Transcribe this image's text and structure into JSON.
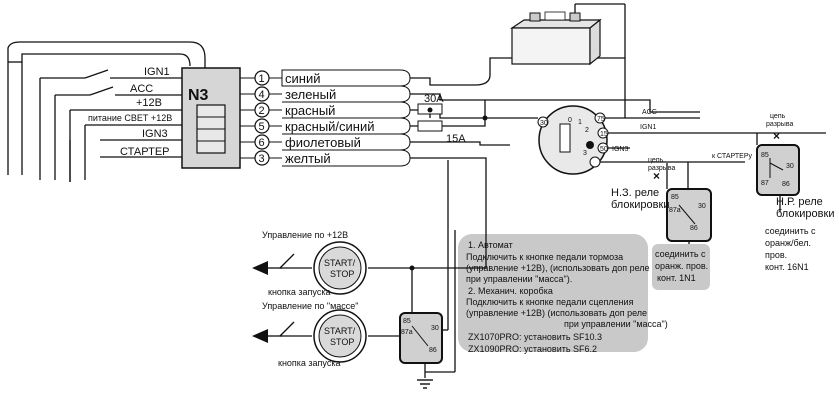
{
  "connector_name": "N3",
  "left_labels": {
    "ign1": "IGN1",
    "acc": "ACC",
    "plus12": "+12В",
    "light": "питание СВЕТ +12В",
    "ign3": "IGN3",
    "starter": "СТАРТЕР"
  },
  "pins": [
    {
      "num": "1",
      "label": "синий"
    },
    {
      "num": "4",
      "label": "зеленый"
    },
    {
      "num": "2",
      "label": "красный"
    },
    {
      "num": "5",
      "label": "красный/синий"
    },
    {
      "num": "6",
      "label": "фиолетовый"
    },
    {
      "num": "3",
      "label": "желтый"
    }
  ],
  "fuses": {
    "f1": "30A",
    "f2": "15A"
  },
  "switch": {
    "acc": "ACC",
    "ign1": "IGN1",
    "ign3": "IGN3",
    "starter": "к СТАРТЕРу",
    "t30": "30",
    "t15": "15",
    "t50": "50",
    "t75": "75",
    "t0": "0",
    "t1": "1",
    "t2": "2",
    "t3": "3"
  },
  "break_label_1": [
    "цепь",
    "разрыва"
  ],
  "break_label_2": [
    "цепь",
    "разрыва"
  ],
  "relay_nc": {
    "title": [
      "Н.З. реле",
      "блокировки"
    ],
    "pins": [
      "85",
      "87a",
      "30",
      "86"
    ],
    "note": [
      "соединить с",
      "оранж. пров.",
      "конт. 1N1"
    ]
  },
  "relay_no": {
    "title": [
      "Н.Р. реле",
      "блокировки"
    ],
    "pins": [
      "85",
      "30",
      "87",
      "86"
    ],
    "note": [
      "соединить с",
      "оранж/бел.",
      "пров.",
      "конт. 16N1"
    ]
  },
  "relay_bottom": {
    "pins": [
      "85",
      "87a",
      "30",
      "86"
    ]
  },
  "start_stop": {
    "top_caption": "Управление по +12В",
    "bottom_caption": "Управление по \"массе\"",
    "button_line1": "START/",
    "button_line2": "STOP",
    "button_caption": "кнопка запуска"
  },
  "instructions": [
    "1. Автомат",
    "Подключить к кнопке  педали тормоза",
    "(управление +12В), (использовать доп реле",
    "при управлении \"масса\").",
    "2. Механич. коробка",
    "Подключить к кнопке педали сцепления",
    "(управление +12В)  (использовать доп реле",
    "при управлении \"масса\")",
    "ZX1070PRO: установить SF10.3",
    "ZX1090PRO: установить SF6.2"
  ],
  "colors": {
    "box": "#d6d6d6",
    "note_bg": "#c9c9c9",
    "relay_bg": "#d0d0d0",
    "line": "#111111"
  }
}
